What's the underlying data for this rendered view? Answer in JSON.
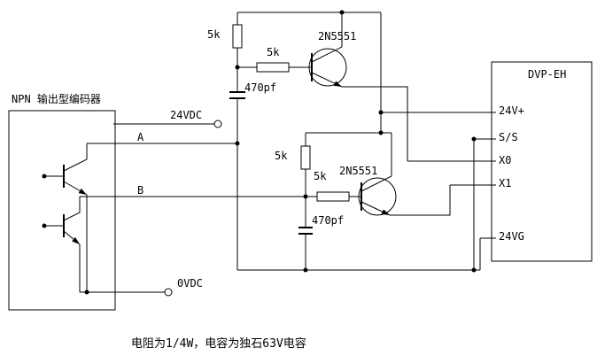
{
  "diagram": {
    "encoder": {
      "title": "NPN 输出型编码器",
      "supply_label": "24VDC",
      "phase_a_label": "A",
      "phase_b_label": "B",
      "ground_label": "0VDC"
    },
    "channel1": {
      "pullup_resistor": "5k",
      "series_resistor": "5k",
      "transistor": "2N5551",
      "capacitor": "470pf"
    },
    "channel2": {
      "pullup_resistor": "5k",
      "series_resistor": "5k",
      "transistor": "2N5551",
      "capacitor": "470pf"
    },
    "plc": {
      "title": "DVP-EH",
      "pins": [
        "24V+",
        "S/S",
        "X0",
        "X1",
        "24VG"
      ]
    },
    "footnote": "电阻为1/4W，电容为独石63V电容"
  },
  "colors": {
    "wire": "#000000",
    "background": "#ffffff",
    "text": "#000000"
  }
}
